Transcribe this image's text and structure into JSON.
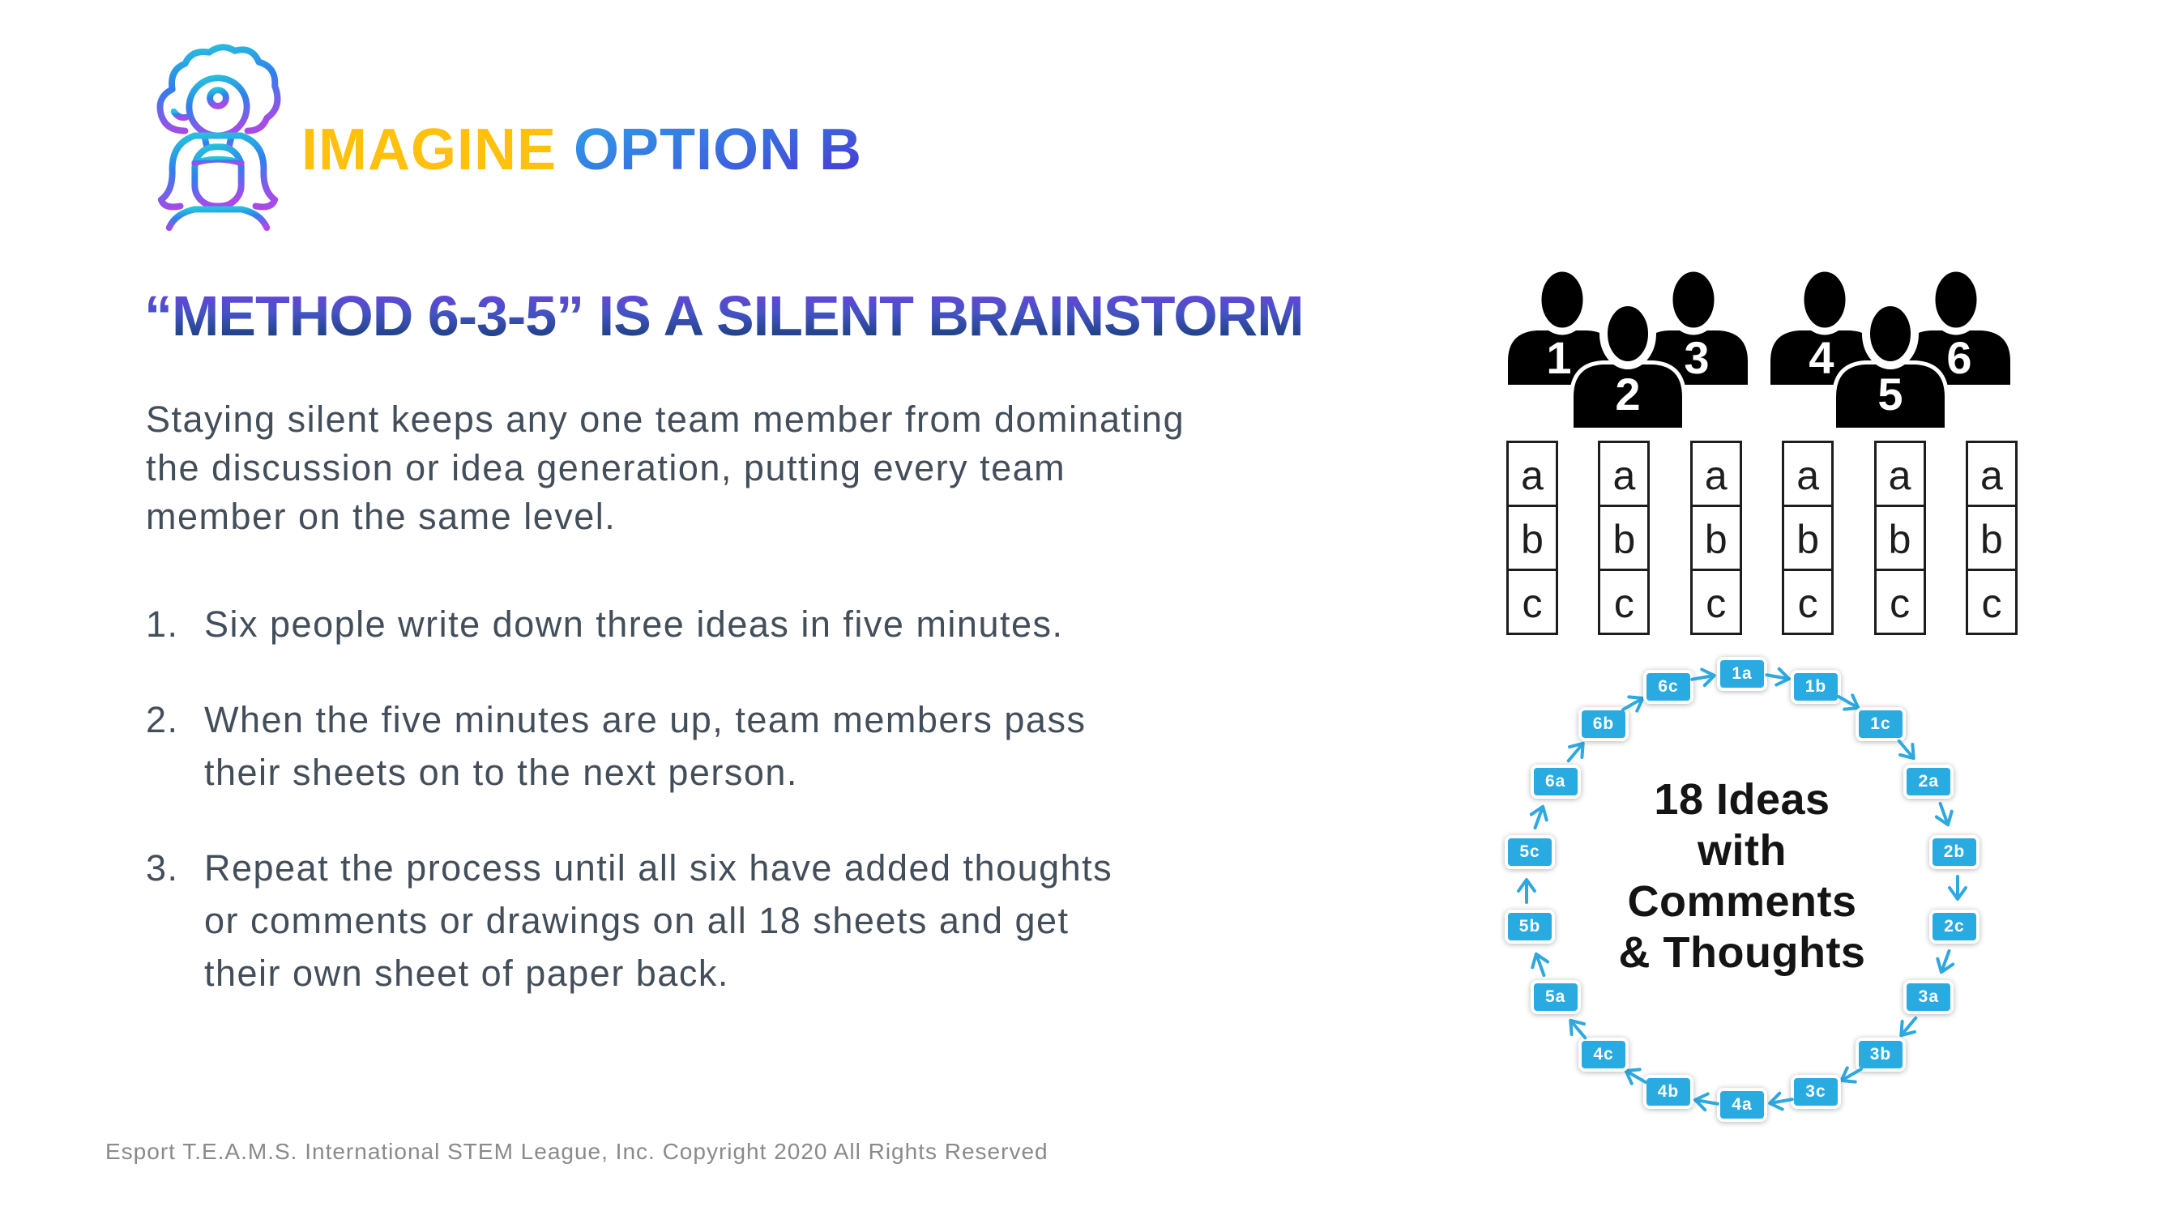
{
  "header": {
    "title_imagine": "IMAGINE",
    "title_option": "OPTION B",
    "imagine_color": "#FFC10D",
    "option_gradient_from": "#2F9FE8",
    "option_gradient_to": "#4A33D4",
    "logo_icon": "brain-lightbulb-person-icon"
  },
  "content": {
    "heading": "“METHOD 6-3-5” IS A SILENT BRAINSTORM",
    "intro_lines": [
      "Staying silent keeps any one team member from dominating",
      "the discussion or idea generation, putting every team",
      "member on the same level."
    ],
    "steps": [
      {
        "num": "1.",
        "lines": [
          "Six people write down three ideas in five minutes."
        ]
      },
      {
        "num": "2.",
        "lines": [
          "When the five minutes are up, team members pass",
          "their sheets on to the next person."
        ]
      },
      {
        "num": "3.",
        "lines": [
          "Repeat the process until all six have added thoughts",
          "or comments or drawings on all 18 sheets and get",
          "their own sheet of paper back."
        ]
      }
    ]
  },
  "diagram": {
    "team_members": [
      "1",
      "2",
      "3",
      "4",
      "5",
      "6"
    ],
    "sheet_letters": [
      "a",
      "b",
      "c"
    ],
    "sheet_column_count": 6,
    "ring_labels": [
      "1a",
      "1b",
      "1c",
      "2a",
      "2b",
      "2c",
      "3a",
      "3b",
      "3c",
      "4a",
      "4b",
      "4c",
      "5a",
      "5b",
      "5c",
      "6a",
      "6b",
      "6c"
    ],
    "ring_center_lines": [
      "18 Ideas",
      "with",
      "Comments",
      "& Thoughts"
    ],
    "ring_box_color": "#29ABE2",
    "ring_arrow_color": "#2FA8E0",
    "person_color": "#000000"
  },
  "footer": {
    "copyright": "Esport T.E.A.M.S. International STEM League, Inc. Copyright 2020 All Rights Reserved"
  }
}
